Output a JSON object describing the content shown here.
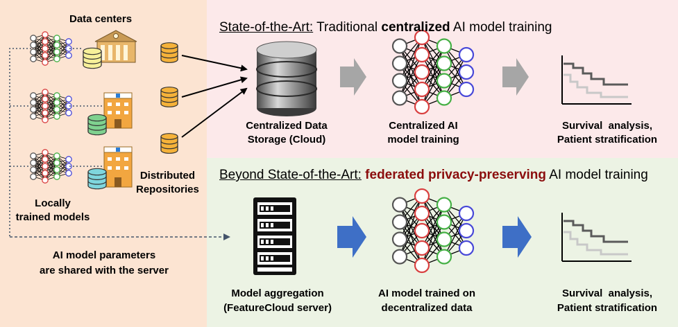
{
  "left_panel": {
    "data_centers": "Data centers",
    "distributed_line1": "Distributed",
    "distributed_line2": "Repositories",
    "locally_line1": "Locally",
    "locally_line2": "trained models",
    "shared_line1": "AI model parameters",
    "shared_line2": "are shared with the server"
  },
  "top_panel": {
    "header_prefix": "State-of-the-Art:",
    "header_mid1": " Traditional ",
    "header_bold": "centralized",
    "header_end": " AI model training",
    "storage_line1": "Centralized Data",
    "storage_line2": "Storage (Cloud)",
    "training_line1": "Centralized AI",
    "training_line2": "model training",
    "survival_line1": "Survival  analysis,",
    "survival_line2": "Patient stratification"
  },
  "bottom_panel": {
    "header_prefix": "Beyond State-of-the-Art:",
    "header_bold": "federated privacy-preserving",
    "header_end": " AI model training",
    "server_line1": "Model aggregation",
    "server_line2": "(FeatureCloud server)",
    "trained_line1": "AI model trained on",
    "trained_line2": "decentralized data",
    "survival_line1": "Survival  analysis,",
    "survival_line2": "Patient stratification"
  },
  "colors": {
    "left_bg": "#fce4d2",
    "top_bg": "#fce9ea",
    "bottom_bg": "#ecf3e4",
    "gray_arrow": "#a6a6a6",
    "blue_arrow": "#3e6fc6",
    "node_red": "#d94040",
    "node_green": "#45b045",
    "node_blue": "#4848d8",
    "node_gray": "#555555"
  }
}
